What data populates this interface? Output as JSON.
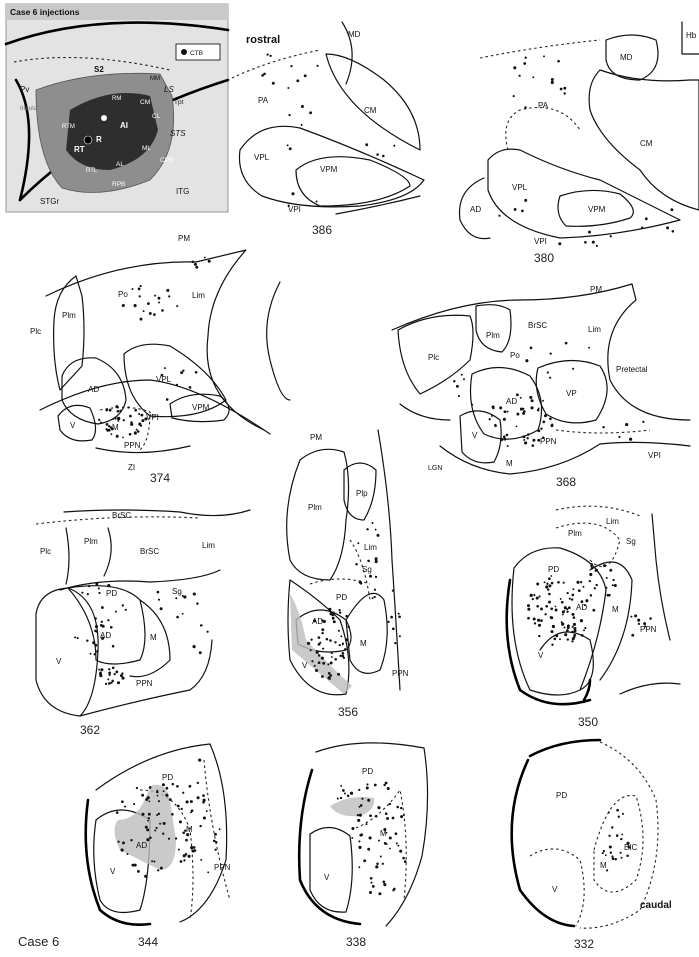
{
  "inset": {
    "title": "Case 6 injections",
    "legend": "CTB",
    "labels": [
      "S2",
      "LS",
      "STS",
      "Pv",
      "Insula",
      "RT",
      "R",
      "AI",
      "CM",
      "CL",
      "ML",
      "AL",
      "RTL",
      "RPB",
      "CPB",
      "STGr",
      "ITG",
      "Tpt",
      "RM",
      "RTM",
      "MM"
    ]
  },
  "direction": {
    "rostral": "rostral",
    "caudal": "caudal"
  },
  "case_label": "Case 6",
  "sections": {
    "s386": {
      "number": "386",
      "labels": {
        "MD": "MD",
        "CM": "CM",
        "PA": "PA",
        "VPL": "VPL",
        "VPM": "VPM",
        "VPI": "VPI"
      }
    },
    "s380": {
      "number": "380",
      "labels": {
        "Hb": "Hb",
        "MD": "MD",
        "PA": "PA",
        "CM": "CM",
        "VPL": "VPL",
        "VPM": "VPM",
        "AD": "AD",
        "VPI": "VPI"
      }
    },
    "s374": {
      "number": "374",
      "labels": {
        "PM": "PM",
        "Po": "Po",
        "Lim": "Lim",
        "Plm": "Plm",
        "Plc": "Plc",
        "AD": "AD",
        "VPL": "VPL",
        "VPM": "VPM",
        "VPI": "VPI",
        "V": "V",
        "M": "M",
        "PPN": "PPN",
        "ZI": "ZI"
      }
    },
    "s368": {
      "number": "368",
      "labels": {
        "PM": "PM",
        "Plm": "Plm",
        "BrSC": "BrSC",
        "Lim": "Lim",
        "Plc": "Plc",
        "Po": "Po",
        "Pretectal": "Pretectal",
        "AD": "AD",
        "VP": "VP",
        "V": "V",
        "M": "M",
        "PPN": "PPN",
        "LGN": "LGN",
        "VPI": "VPI"
      }
    },
    "s362": {
      "number": "362",
      "labels": {
        "BrSC": "BrSC",
        "Plc": "Plc",
        "Plm": "Plm",
        "Lim": "Lim",
        "PD": "PD",
        "Sg": "Sg",
        "AD": "AD",
        "M": "M",
        "V": "V",
        "PPN": "PPN"
      }
    },
    "s356": {
      "number": "356",
      "labels": {
        "PM": "PM",
        "Plm": "Plm",
        "Plp": "Plp",
        "Lim": "Lim",
        "Sg": "Sg",
        "PD": "PD",
        "AD": "AD",
        "M": "M",
        "V": "V",
        "PPN": "PPN"
      }
    },
    "s350": {
      "number": "350",
      "labels": {
        "Plm": "Plm",
        "Lim": "Lim",
        "Sg": "Sg",
        "PD": "PD",
        "AD": "AD",
        "M": "M",
        "V": "V",
        "PPN": "PPN"
      }
    },
    "s344": {
      "number": "344",
      "labels": {
        "PD": "PD",
        "AD": "AD",
        "M": "M",
        "V": "V",
        "PPN": "PPN"
      }
    },
    "s338": {
      "number": "338",
      "labels": {
        "PD": "PD",
        "M": "M",
        "V": "V"
      }
    },
    "s332": {
      "number": "332",
      "labels": {
        "PD": "PD",
        "BIC": "BIC",
        "M": "M",
        "V": "V"
      }
    }
  }
}
